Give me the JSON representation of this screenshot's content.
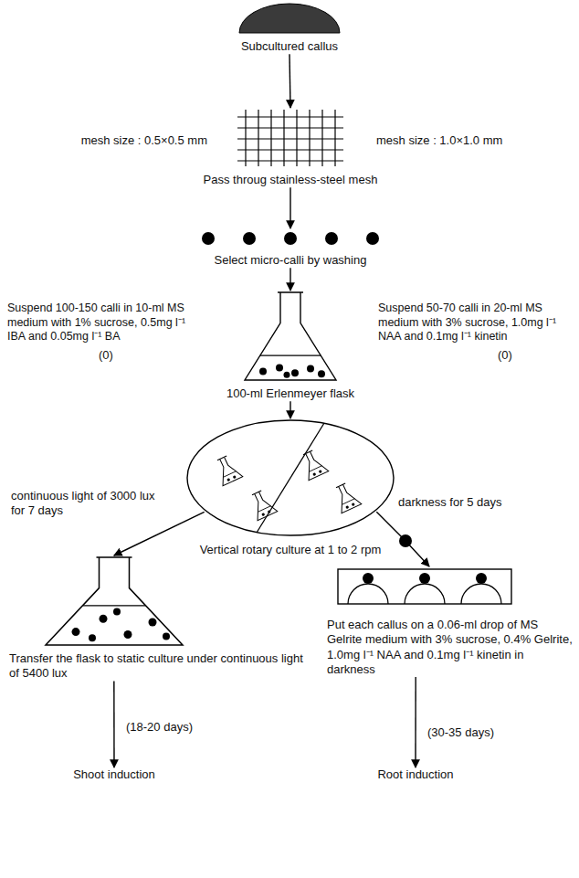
{
  "diagram": {
    "nodes": [
      {
        "text": [
          "Subcultured callus"
        ]
      },
      {
        "text": [
          "Pass throug stainless-steel mesh"
        ]
      },
      {
        "text": [
          "Select micro-calli by washing"
        ]
      },
      {
        "text": [
          "100-ml Erlenmeyer flask"
        ]
      },
      {
        "text": [
          "Vertical rotary culture at 1 to 2 rpm"
        ]
      },
      {
        "text": [
          "Transfer the flask to static culture under continuous light of 5400 lux"
        ]
      },
      {
        "text": [
          "Put each callus on a 0.06-ml drop of MS Gelrite medium with 3% sucrose, 0.4% Gelrite, 1.0mg l⁻¹ NAA and 0.1mg l⁻¹ kinetin in darkness"
        ]
      },
      {
        "text": [
          "Shoot induction"
        ]
      },
      {
        "text": [
          "Root induction"
        ]
      }
    ],
    "edges": [
      {
        "from": 0,
        "to": 1,
        "arrow": "to"
      },
      {
        "from": 1,
        "to": 2,
        "arrow": "to"
      },
      {
        "from": 2,
        "to": 3,
        "arrow": "to"
      },
      {
        "from": 3,
        "to": 4,
        "arrow": "to"
      },
      {
        "from": 4,
        "to": 5,
        "arrow": "to",
        "label": "continuous light of 3000 lux for 7 days"
      },
      {
        "from": 4,
        "to": 6,
        "arrow": "to",
        "label": "darkness for 5 days"
      },
      {
        "from": 5,
        "to": 7,
        "arrow": "to",
        "label": "(18-20 days)"
      },
      {
        "from": 6,
        "to": 8,
        "arrow": "to",
        "label": "(30-35 days)"
      }
    ],
    "labels": [
      "mesh size : 0.5×0.5 mm",
      "mesh size : 1.0×1.0 mm",
      "Suspend 100-150 calli in 10-ml MS medium with 1% sucrose, 0.5mg l⁻¹ IBA and 0.05mg l⁻¹ BA",
      "(0)",
      "Suspend 50-70 calli in 20-ml MS medium with 3% sucrose, 1.0mg l⁻¹ NAA and 0.1mg l⁻¹ kinetin",
      "(0)"
    ]
  }
}
